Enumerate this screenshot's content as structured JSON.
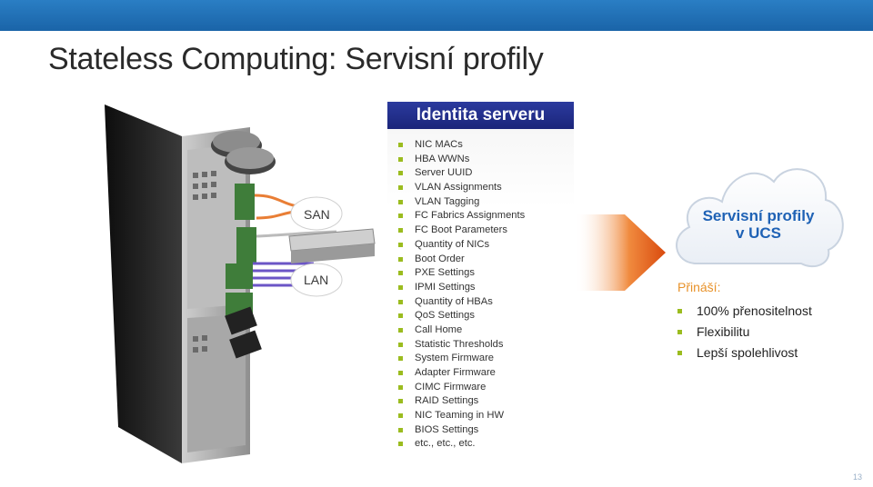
{
  "slide": {
    "title": "Stateless Computing: Servisní profily",
    "page_number": "13"
  },
  "server": {
    "san_label": "SAN",
    "lan_label": "LAN"
  },
  "identity": {
    "header": "Identita serveru",
    "items": [
      "NIC MACs",
      "HBA WWNs",
      "Server UUID",
      "VLAN Assignments",
      "VLAN Tagging",
      "FC Fabrics Assignments",
      "FC Boot Parameters",
      "Quantity of NICs",
      "Boot Order",
      "PXE Settings",
      "IPMI Settings",
      "Quantity of HBAs",
      "QoS Settings",
      "Call Home",
      "Statistic Thresholds",
      "System Firmware",
      "Adapter Firmware",
      "CIMC Firmware",
      "RAID Settings",
      "NIC Teaming in HW",
      "BIOS Settings",
      "etc., etc., etc."
    ]
  },
  "cloud": {
    "title_line1": "Servisní profily",
    "title_line2": "v UCS",
    "brings_label": "Přináší:",
    "benefits": [
      "100% přenositelnost",
      "Flexibilitu",
      "Lepší spolehlivost"
    ]
  },
  "colors": {
    "topbar": "#1f6db5",
    "identity_header": "#222c8a",
    "bullet": "#9bbc1f",
    "arrow": "#e25a14",
    "cloud_title": "#1f62b5",
    "brings": "#e8922a"
  }
}
